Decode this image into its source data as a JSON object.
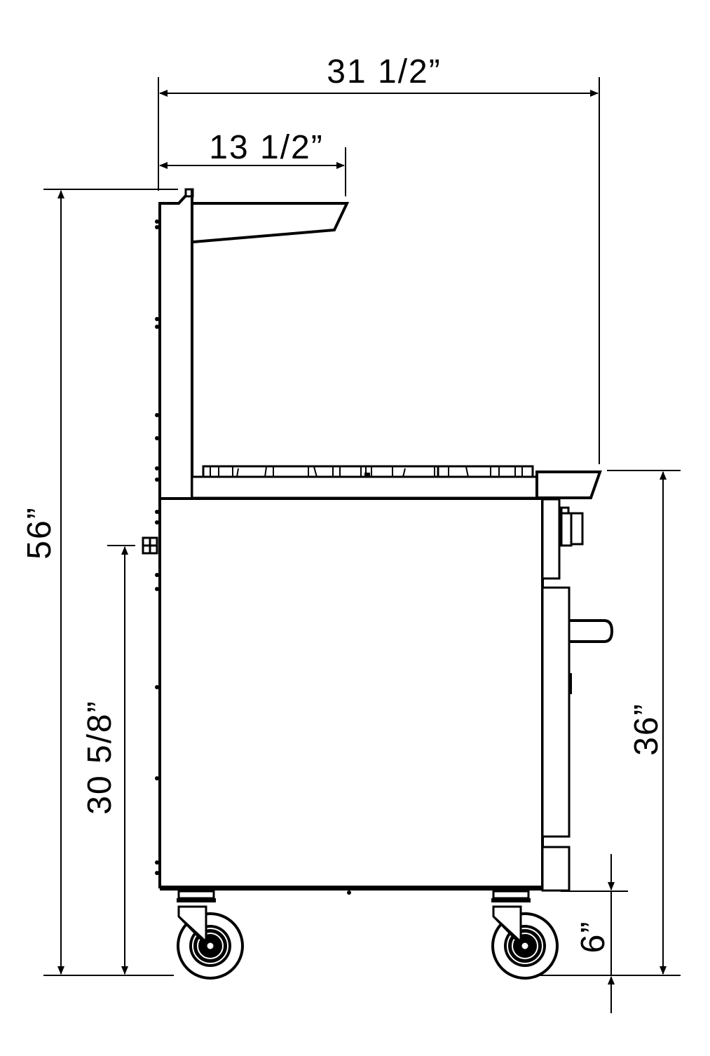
{
  "drawing": {
    "title": "Range with overshelf and casters - side elevation",
    "line_color": "#000000",
    "background": "#ffffff"
  },
  "dimensions": {
    "overall_depth": {
      "label": "31 1/2”",
      "orientation": "horizontal"
    },
    "shelf_depth": {
      "label": "13 1/2”",
      "orientation": "horizontal"
    },
    "overall_height": {
      "label": "56”",
      "orientation": "vertical"
    },
    "gas_inlet_height": {
      "label": "30 5/8”",
      "orientation": "vertical"
    },
    "work_height": {
      "label": "36”",
      "orientation": "vertical"
    },
    "caster_height": {
      "label": "6”",
      "orientation": "vertical"
    }
  },
  "components": [
    {
      "name": "overshelf",
      "icon": "shelf-shape"
    },
    {
      "name": "backsplash",
      "icon": "panel-shape"
    },
    {
      "name": "cooktop-grates",
      "icon": "grate-shape"
    },
    {
      "name": "front-rail",
      "icon": "rail-shape"
    },
    {
      "name": "control-knob",
      "icon": "knob-shape"
    },
    {
      "name": "oven-door",
      "icon": "door-shape"
    },
    {
      "name": "door-handle",
      "icon": "handle-shape"
    },
    {
      "name": "kick-plate",
      "icon": "plate-shape"
    },
    {
      "name": "gas-inlet",
      "icon": "inlet-shape"
    },
    {
      "name": "rear-caster",
      "icon": "caster-wheel"
    },
    {
      "name": "front-caster",
      "icon": "caster-wheel"
    }
  ]
}
